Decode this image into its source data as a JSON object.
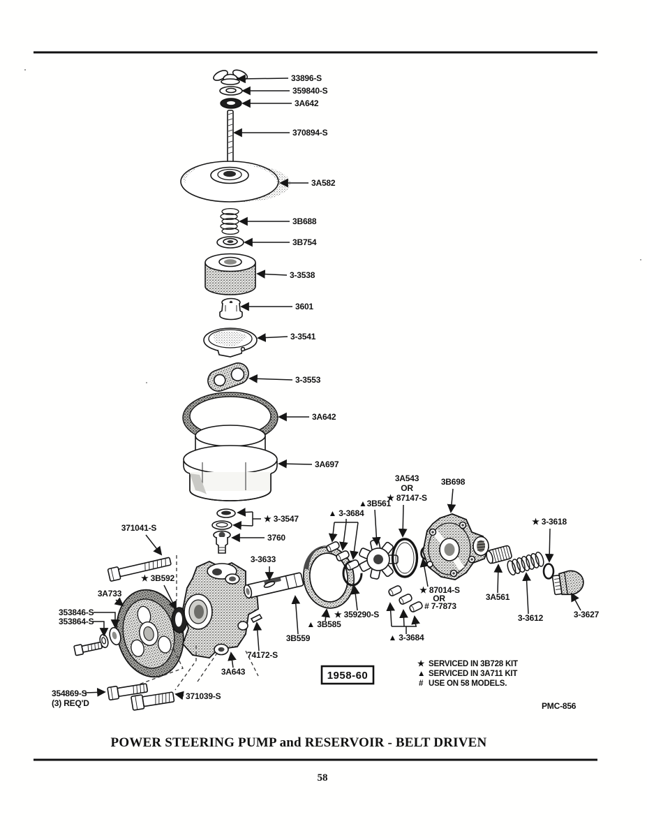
{
  "page": {
    "title": "POWER STEERING PUMP and RESERVOIR - BELT DRIVEN",
    "page_number": "58",
    "plate_code": "PMC-856",
    "year_range": "1958-60"
  },
  "legend": {
    "items": [
      {
        "symbol": "★",
        "text": "SERVICED IN 3B728 KIT"
      },
      {
        "symbol": "▲",
        "text": "SERVICED IN 3A711 KIT"
      },
      {
        "symbol": "#",
        "text": "USE ON 58 MODELS."
      }
    ]
  },
  "parts": {
    "labels": [
      {
        "text": "33896-S"
      },
      {
        "text": "359840-S"
      },
      {
        "text": "3A642"
      },
      {
        "text": "370894-S"
      },
      {
        "text": "3A582"
      },
      {
        "text": "3B688"
      },
      {
        "text": "3B754"
      },
      {
        "text": "3-3538"
      },
      {
        "text": "3601"
      },
      {
        "text": "3-3541"
      },
      {
        "text": "3-3553"
      },
      {
        "text": "3A642"
      },
      {
        "text": "3A697"
      },
      {
        "text": "★ 3-3547"
      },
      {
        "text": "3760"
      },
      {
        "text": "3-3633"
      },
      {
        "text": "▲ 3-3684"
      },
      {
        "text": "▲3B561"
      },
      {
        "text": "3A543"
      },
      {
        "text": "OR"
      },
      {
        "text": "★ 87147-S"
      },
      {
        "text": "3B698"
      },
      {
        "text": "★ 3-3618"
      },
      {
        "text": "371041-S"
      },
      {
        "text": "★ 3B592"
      },
      {
        "text": "3A733"
      },
      {
        "text": "353846-S"
      },
      {
        "text": "353864-S"
      },
      {
        "text": "★ 359290-S"
      },
      {
        "text": "▲ 3B585"
      },
      {
        "text": "3B559"
      },
      {
        "text": "74172-S"
      },
      {
        "text": "3A643"
      },
      {
        "text": "354869-S"
      },
      {
        "text": "(3) REQ'D"
      },
      {
        "text": "371039-S"
      },
      {
        "text": "★ 87014-S"
      },
      {
        "text": "OR"
      },
      {
        "text": "# 7-7873"
      },
      {
        "text": "3A561"
      },
      {
        "text": "3-3612"
      },
      {
        "text": "3-3627"
      },
      {
        "text": "▲ 3-3684"
      }
    ]
  }
}
